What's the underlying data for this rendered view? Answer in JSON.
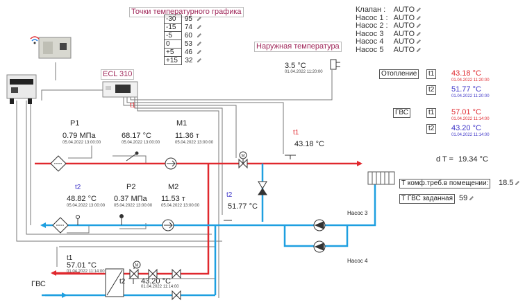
{
  "colors": {
    "supply": "#e0282e",
    "return": "#1e9fe0",
    "pipe_grey": "#666666",
    "temp_red": "#e0282e",
    "temp_blue": "#3d34c8"
  },
  "schedule": {
    "title": "Точки температурного графика",
    "rows": [
      {
        "outdoor": "-30",
        "supply": "95"
      },
      {
        "outdoor": "-15",
        "supply": "74"
      },
      {
        "outdoor": "-5",
        "supply": "60"
      },
      {
        "outdoor": "0",
        "supply": "53"
      },
      {
        "outdoor": "+5",
        "supply": "46"
      },
      {
        "outdoor": "+15",
        "supply": "32"
      }
    ]
  },
  "controls": [
    {
      "label": "Клапан :",
      "value": "AUTO"
    },
    {
      "label": "Насос 1 :",
      "value": "AUTO"
    },
    {
      "label": "Насос 2 :",
      "value": "AUTO"
    },
    {
      "label": "Насос 3",
      "value": "AUTO"
    },
    {
      "label": "Насос 4",
      "value": "AUTO"
    },
    {
      "label": "Насос 5",
      "value": "AUTO"
    }
  ],
  "outdoor": {
    "title": "Наружная температура",
    "value": "3.5 °C",
    "time": "01.04.2022 11:20:00"
  },
  "controller": {
    "name": "ECL 310"
  },
  "heating": {
    "label": "Отопление",
    "t1": {
      "tag": "t1",
      "value": "43.18 °C",
      "time": "01.04.2022 11:20:00"
    },
    "t2": {
      "tag": "t2",
      "value": "51.77 °C",
      "time": "01.04.2022 11:20:00"
    }
  },
  "dhw": {
    "label": "ГВС",
    "t1": {
      "tag": "t1",
      "value": "57.01 °C",
      "time": "01.04.2022 11:14:00"
    },
    "t2": {
      "tag": "t2",
      "value": "43.20 °C",
      "time": "01.04.2022 11:14:00"
    }
  },
  "dt": {
    "label": "d T =",
    "value": "19.34 °C"
  },
  "settings": {
    "room_label": "T комф.треб.в помещении:",
    "room_value": "18.5",
    "dhw_label": "T ГВС заданная",
    "dhw_value": "59"
  },
  "meter_supply": [
    {
      "tag": "P1",
      "value": "0.79 МПа",
      "time": "05.04.2022 13:00:00"
    },
    {
      "tag": "t1",
      "value": "68.17 °C",
      "time": "05.04.2022 13:00:00"
    },
    {
      "tag": "M1",
      "value": "11.36 т",
      "time": "05.04.2022 13:00:00"
    }
  ],
  "meter_return": [
    {
      "tag": "t2",
      "value": "48.82 °C",
      "time": "05.04.2022 13:00:00"
    },
    {
      "tag": "P2",
      "value": "0.37 МПа",
      "time": "05.04.2022 13:00:00"
    },
    {
      "tag": "M2",
      "value": "11.53 т",
      "time": "05.04.2022 13:00:00"
    }
  ],
  "heat_sensors": {
    "t1": {
      "tag": "t1",
      "value": "43.18 °C"
    },
    "t2": {
      "tag": "t2",
      "value": "51.77 °C"
    }
  },
  "dhw_sensors": {
    "t1": {
      "tag": "t1",
      "value": "57.01 °C",
      "time": "01.04.2022 11:14:00"
    },
    "t2": {
      "tag": "t2",
      "value": "43.20 °C",
      "time": "01.04.2022 11:14:00"
    }
  },
  "pumps": {
    "p3": "Насос 3",
    "p4": "Насос 4"
  },
  "dhw_section_label": "ГВС",
  "icons": {
    "edit": "pencil-icon",
    "wifi": "wifi-icon",
    "valve_motor": "M"
  }
}
